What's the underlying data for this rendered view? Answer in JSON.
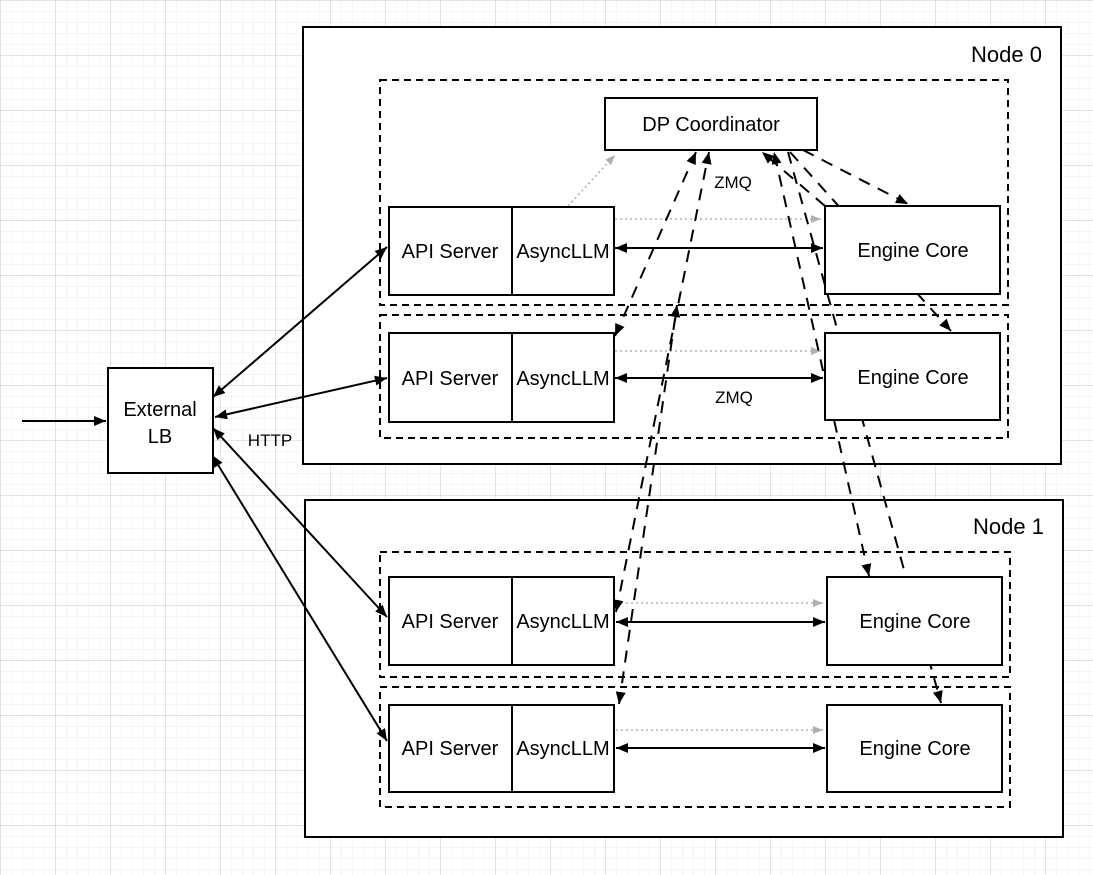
{
  "nodes": {
    "node0": {
      "label": "Node 0"
    },
    "node1": {
      "label": "Node 1"
    }
  },
  "coordinator": {
    "label": "DP Coordinator"
  },
  "external_lb": {
    "line1": "External",
    "line2": "LB"
  },
  "edge_labels": {
    "http": "HTTP",
    "zmq_row1": "ZMQ",
    "zmq_row2": "ZMQ"
  },
  "rows": [
    {
      "api": "API Server",
      "llm": "AsyncLLM",
      "engine": "Engine Core"
    },
    {
      "api": "API Server",
      "llm": "AsyncLLM",
      "engine": "Engine Core"
    },
    {
      "api": "API Server",
      "llm": "AsyncLLM",
      "engine": "Engine Core"
    },
    {
      "api": "API Server",
      "llm": "AsyncLLM",
      "engine": "Engine Core"
    }
  ],
  "colors": {
    "stroke": "#000000",
    "gray_arrow": "#b0b0b0",
    "fill": "#ffffff"
  },
  "connections": [
    {
      "from": "client",
      "to": "external-lb",
      "style": "solid-arrow"
    },
    {
      "from": "external-lb",
      "to": "node0-row0-api-server",
      "style": "solid-bidirectional",
      "label": "HTTP"
    },
    {
      "from": "external-lb",
      "to": "node0-row1-api-server",
      "style": "solid-bidirectional",
      "label": "HTTP"
    },
    {
      "from": "external-lb",
      "to": "node1-row0-api-server",
      "style": "solid-bidirectional",
      "label": "HTTP"
    },
    {
      "from": "external-lb",
      "to": "node1-row1-api-server",
      "style": "solid-bidirectional",
      "label": "HTTP"
    },
    {
      "from": "asyncllm-each-row",
      "to": "engine-core-same-row",
      "style": "solid-bidirectional",
      "label": "ZMQ"
    },
    {
      "from": "asyncllm-each-row",
      "to": "engine-core-same-row",
      "style": "gray-dotted"
    },
    {
      "from": "node0-row0-asyncllm",
      "to": "dp-coordinator",
      "style": "gray-dotted"
    },
    {
      "from": "dp-coordinator",
      "to": "asyncllms-and-engine-cores",
      "style": "black-dashed"
    }
  ]
}
